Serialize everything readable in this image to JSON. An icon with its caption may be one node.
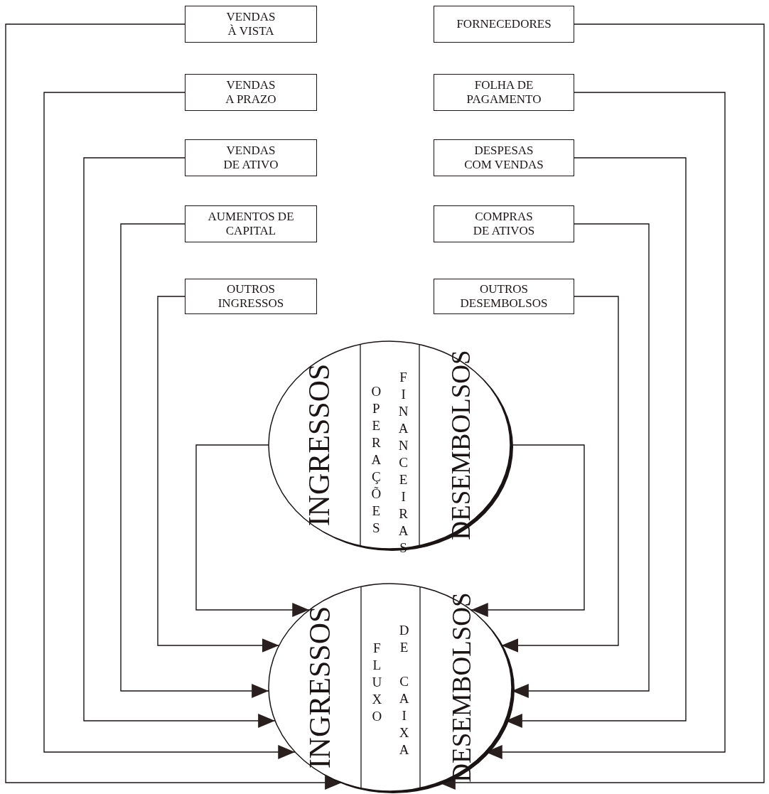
{
  "diagram": {
    "nodes": [
      {
        "text": [
          "VENDAS À VISTA"
        ]
      },
      {
        "text": [
          "VENDAS A PRAZO"
        ]
      },
      {
        "text": [
          "VENDAS DE ATIVO"
        ]
      },
      {
        "text": [
          "AUMENTOS DE CAPITAL"
        ]
      },
      {
        "text": [
          "OUTROS INGRESSOS"
        ]
      },
      {
        "text": [
          "FORNECEDORES"
        ]
      },
      {
        "text": [
          "FOLHA DE PAGAMENTO"
        ]
      },
      {
        "text": [
          "DESPESAS COM VENDAS"
        ]
      },
      {
        "text": [
          "COMPRAS DE ATIVOS"
        ]
      },
      {
        "text": [
          "OUTROS DESEMBOLSOS"
        ]
      },
      {
        "text": [],
        "shape": "circle"
      },
      {
        "text": [
          "INGRESSOS"
        ],
        "in": 10
      },
      {
        "text": [
          "OPERAÇÕES",
          "FINANCEIRAS"
        ],
        "in": 10
      },
      {
        "text": [
          "DESEMBOLSOS"
        ],
        "in": 10
      },
      {
        "text": [],
        "shape": "circle"
      },
      {
        "text": [
          "INGRESSOS"
        ],
        "in": 14
      },
      {
        "text": [
          "FLUXO",
          "DE CAIXA"
        ],
        "in": 14
      },
      {
        "text": [
          "DESEMBOLSOS"
        ],
        "in": 14
      }
    ],
    "edges": [
      {
        "from": 0,
        "to": 15,
        "arrow": "to"
      },
      {
        "from": 1,
        "to": 15,
        "arrow": "to"
      },
      {
        "from": 2,
        "to": 15,
        "arrow": "to"
      },
      {
        "from": 3,
        "to": 15,
        "arrow": "to"
      },
      {
        "from": 4,
        "to": 15,
        "arrow": "to"
      },
      {
        "from": 11,
        "to": 15,
        "arrow": "to"
      },
      {
        "from": 5,
        "to": 17,
        "arrow": "to"
      },
      {
        "from": 6,
        "to": 17,
        "arrow": "to"
      },
      {
        "from": 7,
        "to": 17,
        "arrow": "to"
      },
      {
        "from": 8,
        "to": 17,
        "arrow": "to"
      },
      {
        "from": 9,
        "to": 17,
        "arrow": "to"
      },
      {
        "from": 13,
        "to": 17,
        "arrow": "to"
      }
    ]
  }
}
